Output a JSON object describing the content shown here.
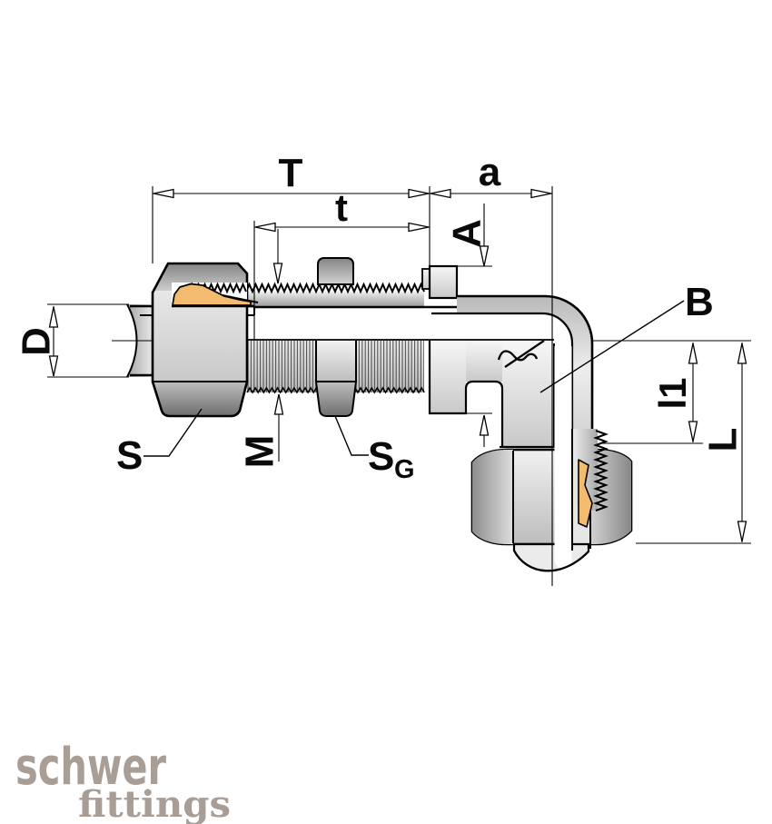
{
  "drawing": {
    "type": "technical-drawing-bulkhead-elbow-fitting",
    "labels": {
      "T": "T",
      "t": "t",
      "a": "a",
      "A": "A",
      "B": "B",
      "D": "D",
      "S": "S",
      "M": "M",
      "SG_main": "S",
      "SG_sub": "G",
      "l1": "l1",
      "L": "L"
    },
    "logo": {
      "word1": "schwer",
      "word2": "fittings"
    },
    "colors": {
      "outline": "#000000",
      "ferrule": "#F3BB70",
      "logo": "#A89E96"
    }
  }
}
